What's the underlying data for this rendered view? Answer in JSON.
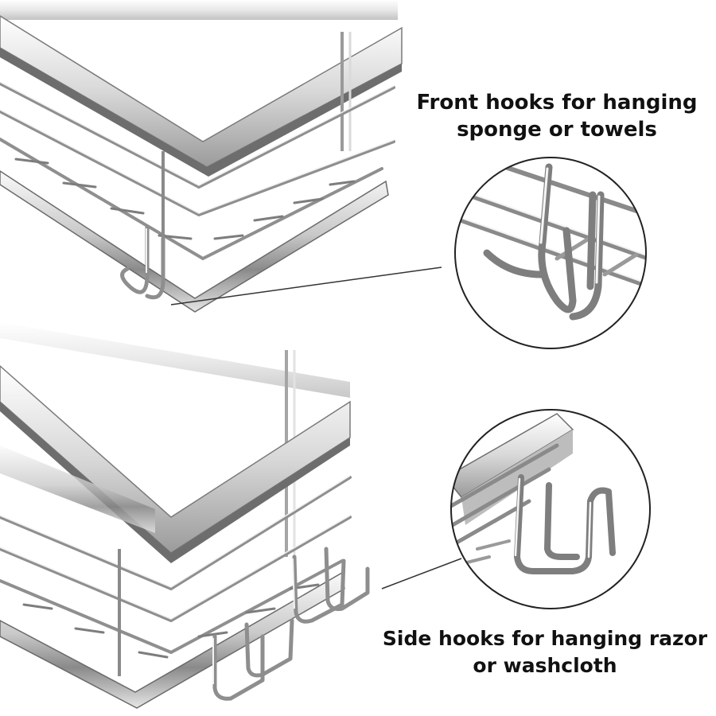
{
  "callouts": [
    {
      "line1": "Front hooks for hanging",
      "line2": "sponge or towels"
    },
    {
      "line1": "Side hooks for hanging razor",
      "line2": "or washcloth"
    }
  ],
  "colors": {
    "background": "#ffffff",
    "text": "#111111",
    "steel_light": "#f4f4f4",
    "steel_mid": "#c7c7c7",
    "steel_dark": "#555555"
  }
}
